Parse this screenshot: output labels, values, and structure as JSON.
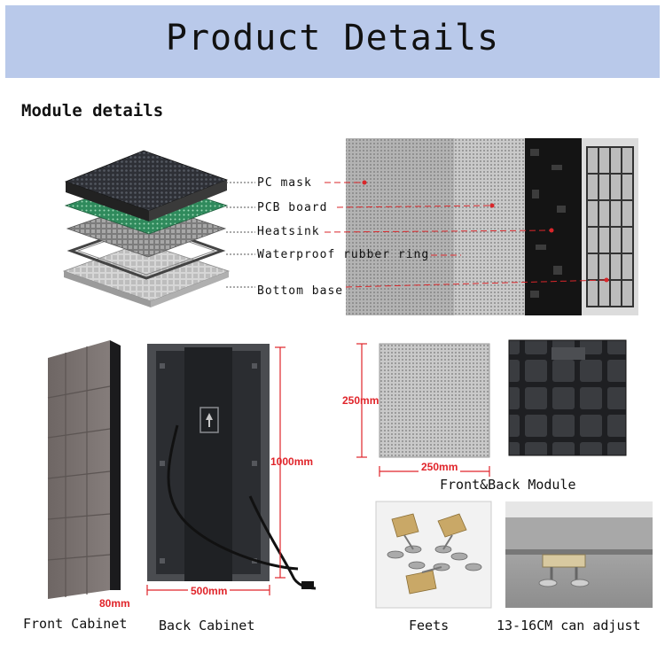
{
  "header": {
    "title": "Product Details"
  },
  "module_section": {
    "title": "Module details"
  },
  "layers": [
    {
      "label": "PC mask"
    },
    {
      "label": "PCB board"
    },
    {
      "label": "Heatsink"
    },
    {
      "label": "Waterproof rubber ring"
    },
    {
      "label": "Bottom base"
    }
  ],
  "dimensions": {
    "cabinet_height": "1000mm",
    "cabinet_width": "500mm",
    "cabinet_depth": "80mm",
    "module_height": "250mm",
    "module_width": "250mm"
  },
  "captions": {
    "front_cabinet": "Front Cabinet",
    "back_cabinet": "Back Cabinet",
    "front_back_module": "Front&Back Module",
    "feets": "Feets",
    "adjust": "13-16CM can adjust"
  },
  "colors": {
    "banner": "#b9c9ea",
    "dimension": "#e0242a"
  }
}
